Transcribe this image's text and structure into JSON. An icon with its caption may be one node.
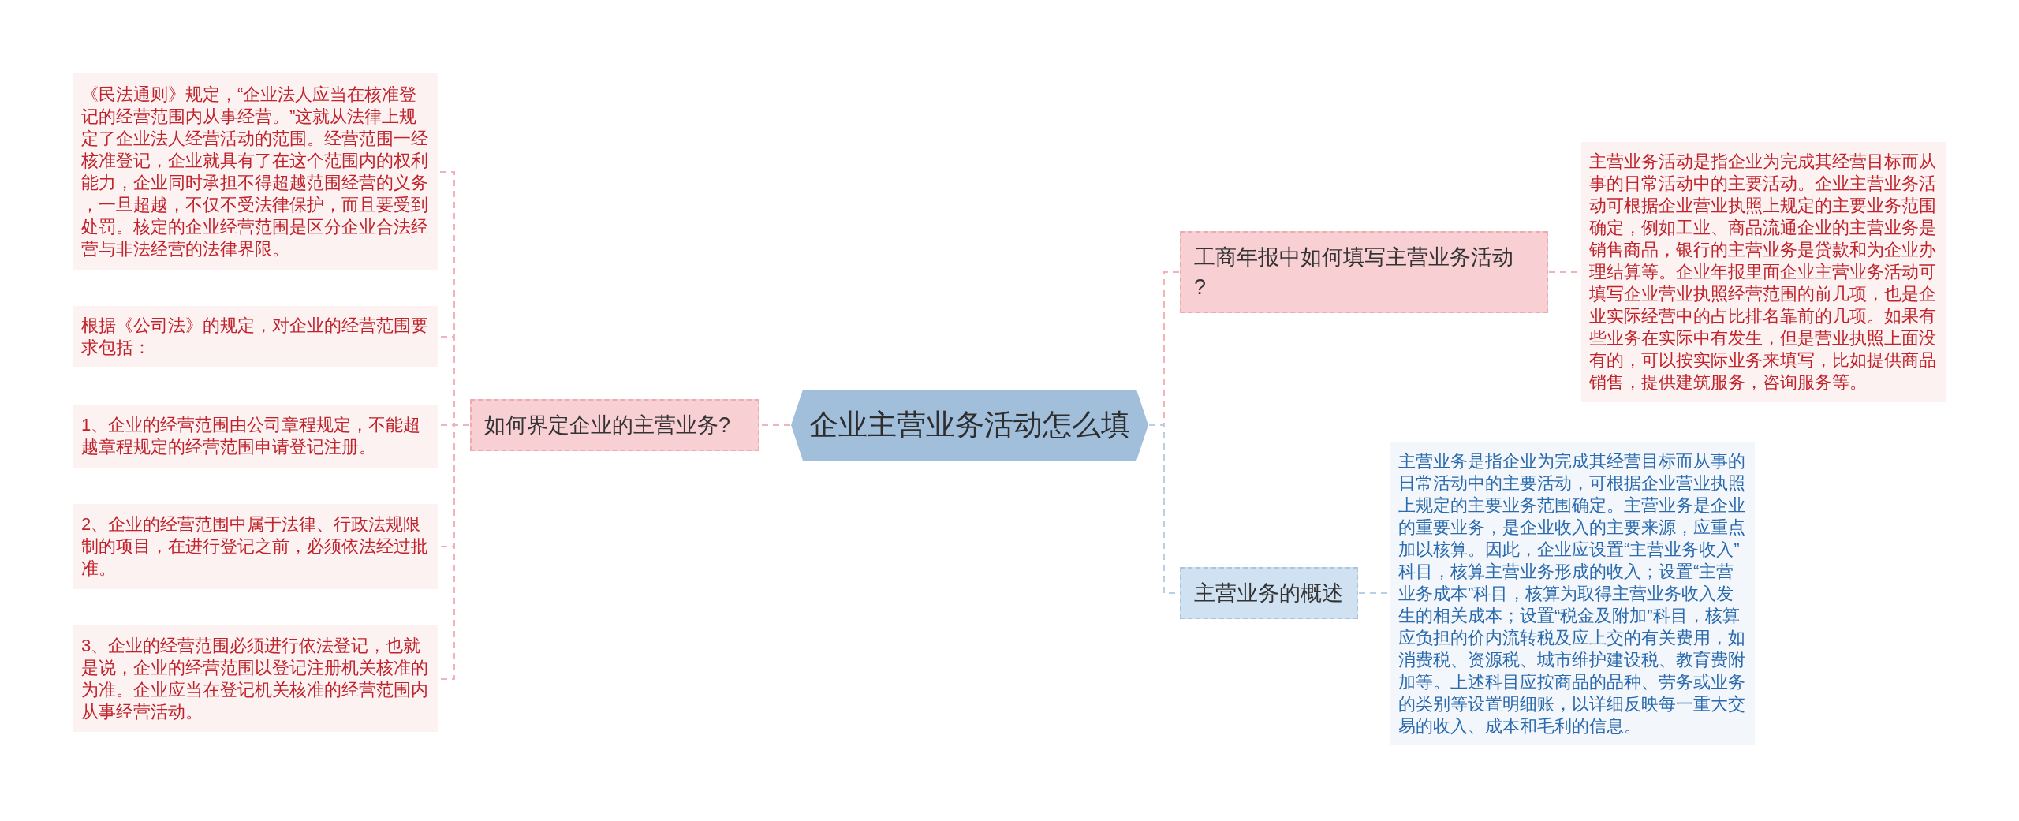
{
  "diagram": {
    "nodes": [
      {
        "text": [
          "企业主营业务活动怎么填"
        ]
      },
      {
        "text": [
          "如何界定企业的主营业务?"
        ]
      },
      {
        "text": [
          "《民法通则》规定，“企业法人应当在核准登记的经营范围内从事经营。”这就从法律上规定了企业法人经营活动的范围。经营范围一经核准登记，企业就具有了在这个范围内的权利能力，企业同时承担不得超越范围经营的义务，一旦超越，不仅不受法律保护，而且要受到处罚。核定的企业经营范围是区分企业合法经营与非法经营的法律界限。"
        ]
      },
      {
        "text": [
          "根据《公司法》的规定，对企业的经营范围要求包括："
        ]
      },
      {
        "text": [
          "1、企业的经营范围由公司章程规定，不能超越章程规定的经营范围申请登记注册。"
        ]
      },
      {
        "text": [
          "2、企业的经营范围中属于法律、行政法规限制的项目，在进行登记之前，必须依法经过批准。"
        ]
      },
      {
        "text": [
          "3、企业的经营范围必须进行依法登记，也就是说，企业的经营范围以登记注册机关核准的为准。企业应当在登记机关核准的经营范围内从事经营活动。"
        ]
      },
      {
        "text": [
          "工商年报中如何填写主营业务活动?"
        ]
      },
      {
        "text": [
          "主营业务活动是指企业为完成其经营目标而从事的日常活动中的主要活动。企业主营业务活动可根据企业营业执照上规定的主要业务范围确定，例如工业、商品流通企业的主营业务是销售商品，银行的主营业务是贷款和为企业办理结算等。企业年报里面企业主营业务活动可填写企业营业执照经营范围的前几项，也是企业实际经营中的占比排名靠前的几项。如果有些业务在实际中有发生，但是营业执照上面没有的，可以按实际业务来填写，比如提供商品销售，提供建筑服务，咨询服务等。"
        ]
      },
      {
        "text": [
          "主营业务的概述"
        ]
      },
      {
        "text": [
          "主营业务是指企业为完成其经营目标而从事的日常活动中的主要活动，可根据企业营业执照上规定的主要业务范围确定。主营业务是企业的重要业务，是企业收入的主要来源，应重点加以核算。因此，企业应设置“主营业务收入”科目，核算主营业务形成的收入；设置“主营业务成本”科目，核算为取得主营业务收入发生的相关成本；设置“税金及附加”科目，核算应负担的价内流转税及应上交的有关费用，如消费税、资源税、城市维护建设税、教育费附加等。上述科目应按商品的品种、劳务或业务的类别等设置明细账，以详细反映每一重大交易的收入、成本和毛利的信息。"
        ]
      }
    ],
    "edges": [
      {
        "from": 0,
        "to": 1,
        "arrow": "none"
      },
      {
        "from": 1,
        "to": 2,
        "arrow": "none"
      },
      {
        "from": 1,
        "to": 3,
        "arrow": "none"
      },
      {
        "from": 1,
        "to": 4,
        "arrow": "none"
      },
      {
        "from": 1,
        "to": 5,
        "arrow": "none"
      },
      {
        "from": 1,
        "to": 6,
        "arrow": "none"
      },
      {
        "from": 0,
        "to": 7,
        "arrow": "none"
      },
      {
        "from": 7,
        "to": 8,
        "arrow": "none"
      },
      {
        "from": 0,
        "to": 9,
        "arrow": "none",
        "color": "#b9cfe6"
      },
      {
        "from": 9,
        "to": 10,
        "arrow": "none",
        "color": "#b9cfe6"
      }
    ]
  }
}
